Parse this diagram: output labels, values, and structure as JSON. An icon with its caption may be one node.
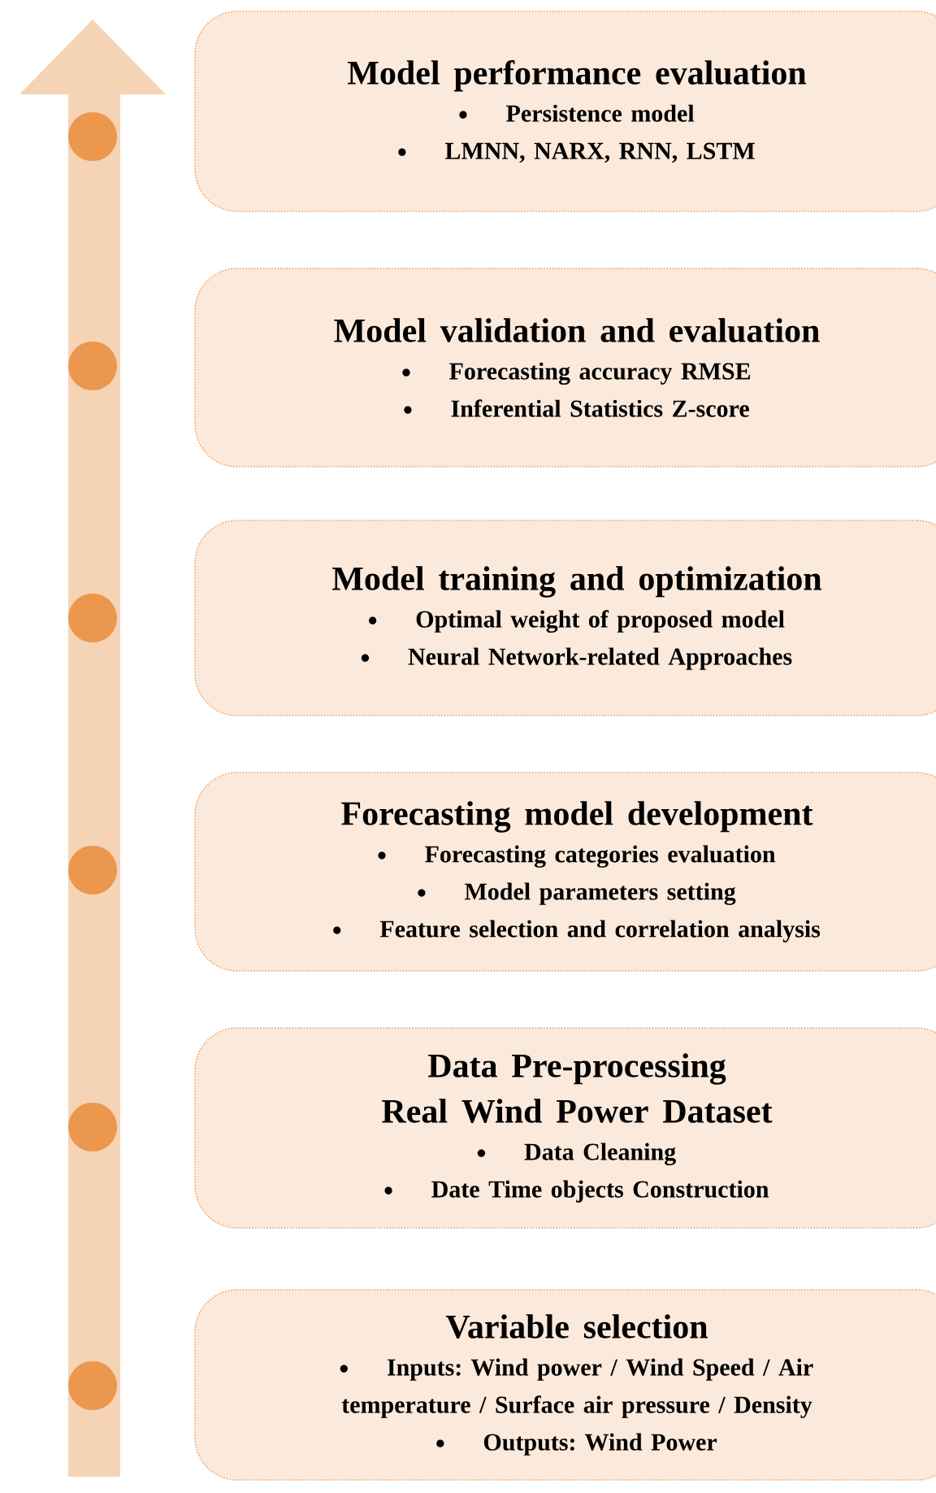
{
  "diagram": {
    "nodes": [
      {
        "text": [
          "Model performance evaluation",
          "Persistence model",
          "LMNN, NARX, RNN, LSTM"
        ]
      },
      {
        "text": [
          "Model validation and evaluation",
          "Forecasting accuracy RMSE",
          "Inferential Statistics Z-score"
        ]
      },
      {
        "text": [
          "Model training and optimization",
          "Optimal weight of proposed model",
          "Neural Network-related Approaches"
        ]
      },
      {
        "text": [
          "Forecasting model development",
          "Forecasting categories evaluation",
          "Model parameters setting",
          "Feature selection and correlation analysis"
        ]
      },
      {
        "text": [
          "Data Pre-processing",
          "Real Wind Power Dataset",
          "Data Cleaning",
          "Date Time objects Construction"
        ]
      },
      {
        "text": [
          "Variable selection",
          "Inputs: Wind power / Wind Speed / Air temperature / Surface air pressure / Density",
          "Outputs: Wind Power"
        ]
      }
    ]
  }
}
